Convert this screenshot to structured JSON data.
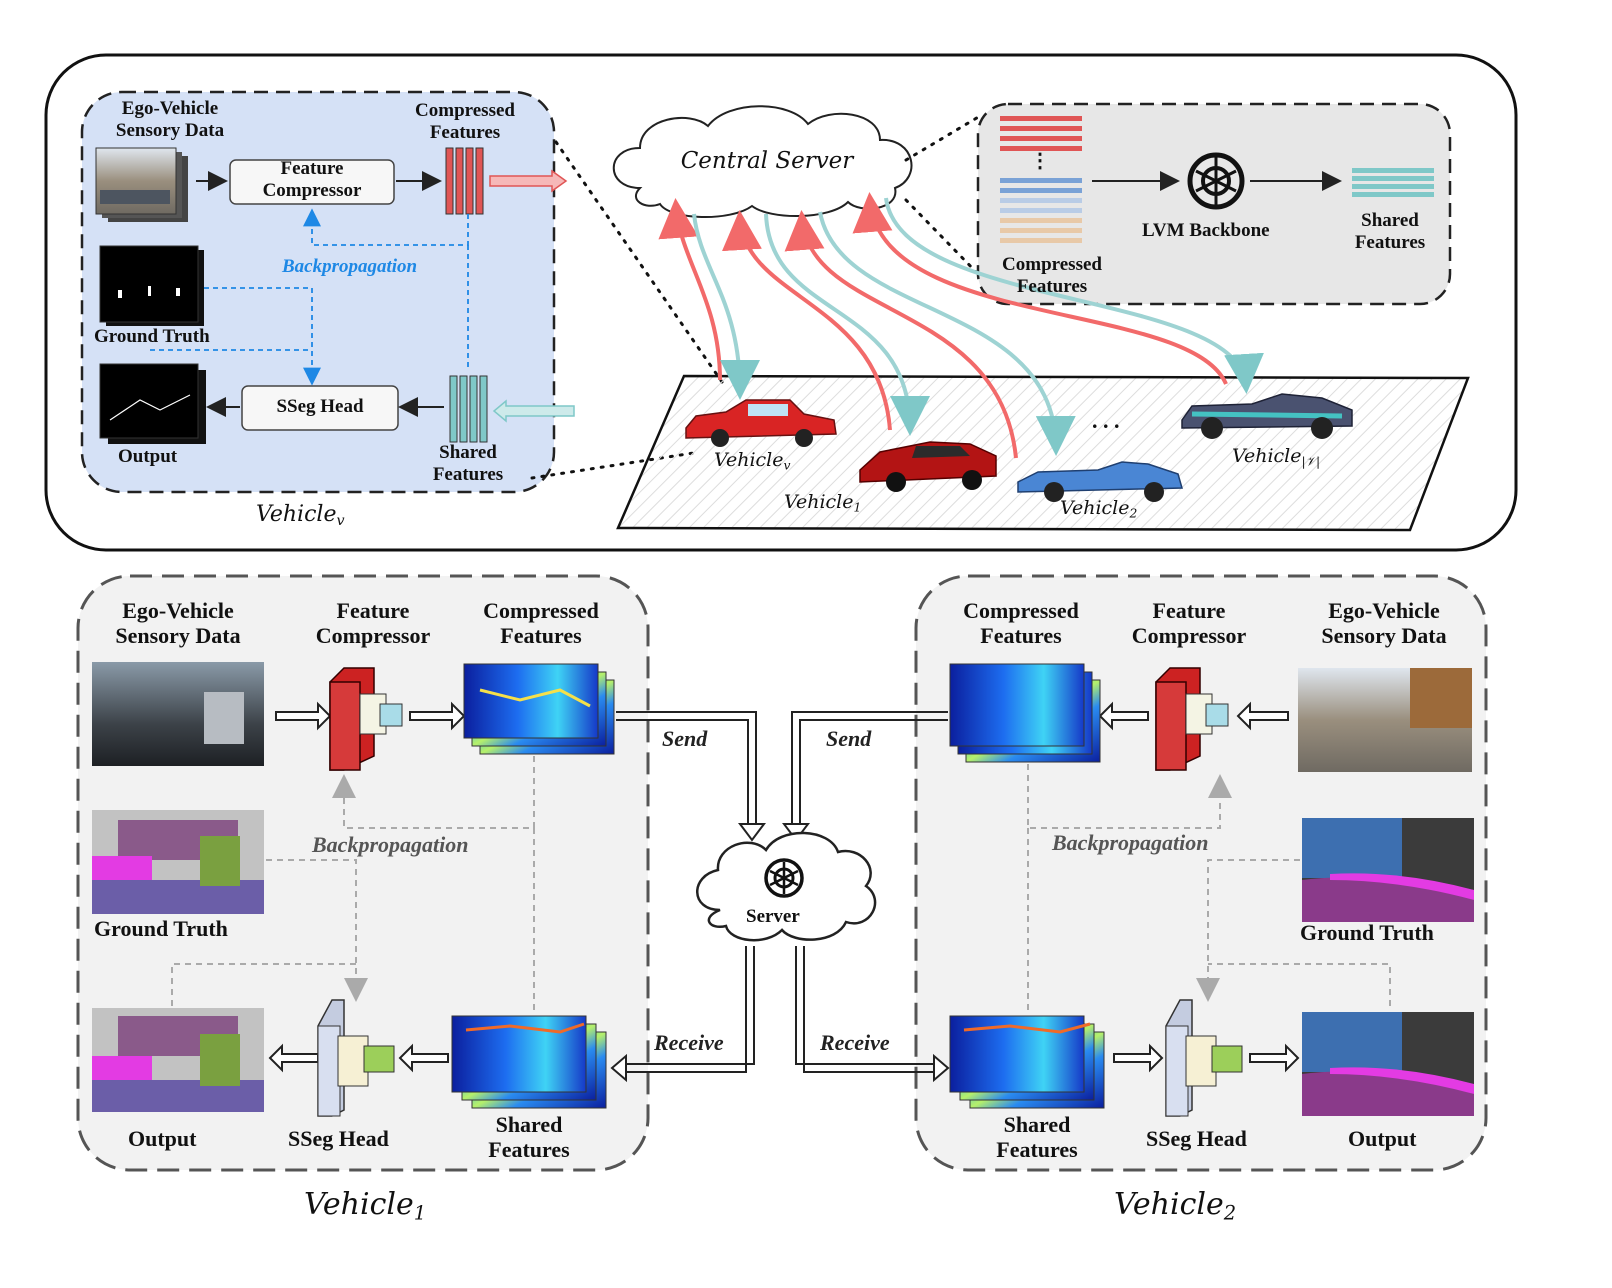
{
  "top": {
    "vehicle_v_panel": {
      "ego_sensory": "Ego-Vehicle Sensory Data",
      "compressed_features": "Compressed Features",
      "feature_compressor": "Feature Compressor",
      "backpropagation": "Backpropagation",
      "ground_truth": "Ground Truth",
      "sseg_head": "SSeg Head",
      "output": "Output",
      "shared_features": "Shared Features",
      "caption": "Vehicle",
      "caption_sub": "v"
    },
    "central_server": "Central Server",
    "server_panel": {
      "compressed_features": "Compressed Features",
      "backbone": "LVM Backbone",
      "shared_features": "Shared Features",
      "dots": "⋮"
    },
    "vehicles": [
      {
        "name": "Vehicle",
        "sub": "v"
      },
      {
        "name": "Vehicle",
        "sub": "1"
      },
      {
        "name": "Vehicle",
        "sub": "2"
      },
      {
        "name": "Vehicle",
        "sub": "|𝒱|"
      }
    ],
    "ellipsis": ". . ."
  },
  "bottom": {
    "left": {
      "ego_sensory": "Ego-Vehicle Sensory Data",
      "feature_compressor": "Feature Compressor",
      "compressed_features": "Compressed Features",
      "backpropagation": "Backpropagation",
      "ground_truth": "Ground Truth",
      "output": "Output",
      "sseg_head": "SSeg Head",
      "shared_features": "Shared Features",
      "caption": "Vehicle",
      "caption_sub": "1"
    },
    "right": {
      "ego_sensory": "Ego-Vehicle Sensory Data",
      "feature_compressor": "Feature Compressor",
      "compressed_features": "Compressed Features",
      "backpropagation": "Backpropagation",
      "ground_truth": "Ground Truth",
      "output": "Output",
      "sseg_head": "SSeg Head",
      "shared_features": "Shared Features",
      "caption": "Vehicle",
      "caption_sub": "2"
    },
    "server": "Server",
    "send_left": "Send",
    "send_right": "Send",
    "receive_left": "Receive",
    "receive_right": "Receive"
  },
  "colors": {
    "compressed": "#e05555",
    "shared": "#7fc8c8",
    "uplink": "#f26a6a",
    "downlink": "#9ed3d3",
    "backprop_blue": "#1e88e5",
    "panel_blue": "#d5e1f6",
    "panel_gray": "#f2f2f2"
  }
}
